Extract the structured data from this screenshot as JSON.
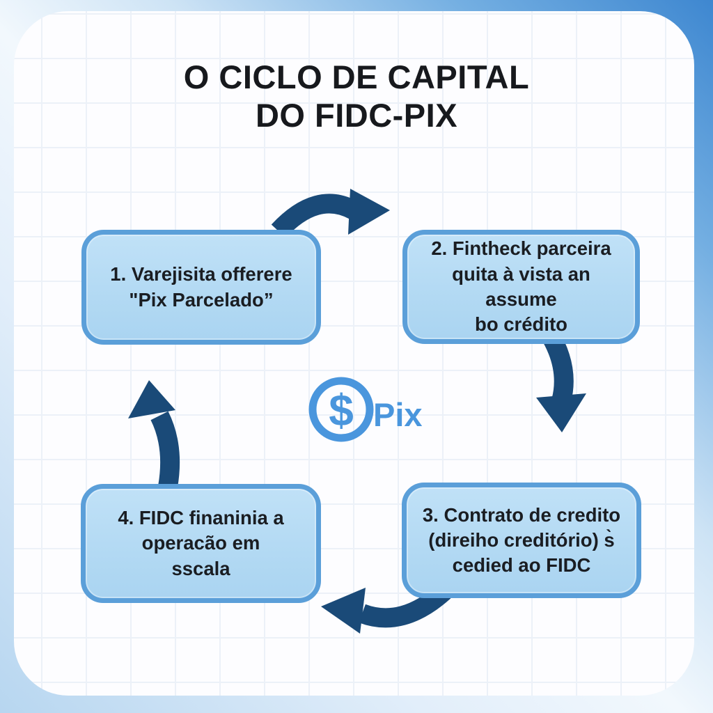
{
  "title": {
    "line1": "O CICLO DE CAPITAL",
    "line2": "DO FIDC-PIX"
  },
  "steps": [
    {
      "text": "1. Varejisita offerere\n\"Pix Parcelado”"
    },
    {
      "text": "2. Fintheck parceira\nquita à vista an assume\nbo crédito"
    },
    {
      "text": "3. Contrato de credito\n(direiho creditório) s̀\ncedied ao FIDC"
    },
    {
      "text": "4. FIDC finaninia a\noperacão em\nsscala"
    }
  ],
  "center_logo": {
    "currency_symbol": "$",
    "brand": "Pix"
  },
  "colors": {
    "arrow_navy": "#1a4a78",
    "box_border": "#5b9fd9",
    "box_fill": "#b5daf4",
    "logo_blue": "#4a96dd",
    "frame_blue": "#3e87d0",
    "title_text": "#17191d"
  }
}
